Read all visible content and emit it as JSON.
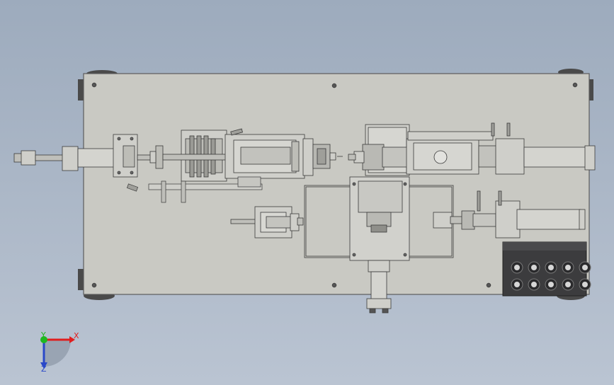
{
  "viewport": {
    "background_top": "#9dabbd",
    "background_bottom": "#bac4d2"
  },
  "palette": {
    "plate": "#c9c9c3",
    "plate_edge": "#5c5c5c",
    "part": "#cfcfca",
    "part_dark": "#a9a9a4",
    "rod": "#bfbfba",
    "outline": "#3a3a3a",
    "control_panel": "#3c3c3e",
    "knob": "#d6d6d6"
  },
  "triad": {
    "x_label": "X",
    "z_label": "Z",
    "y_label": "Y",
    "x_color": "#e01e1e",
    "z_color": "#2a48c8",
    "y_color": "#1fb81f"
  },
  "control_panel": {
    "button_rows": 2,
    "buttons_per_row": 5
  }
}
